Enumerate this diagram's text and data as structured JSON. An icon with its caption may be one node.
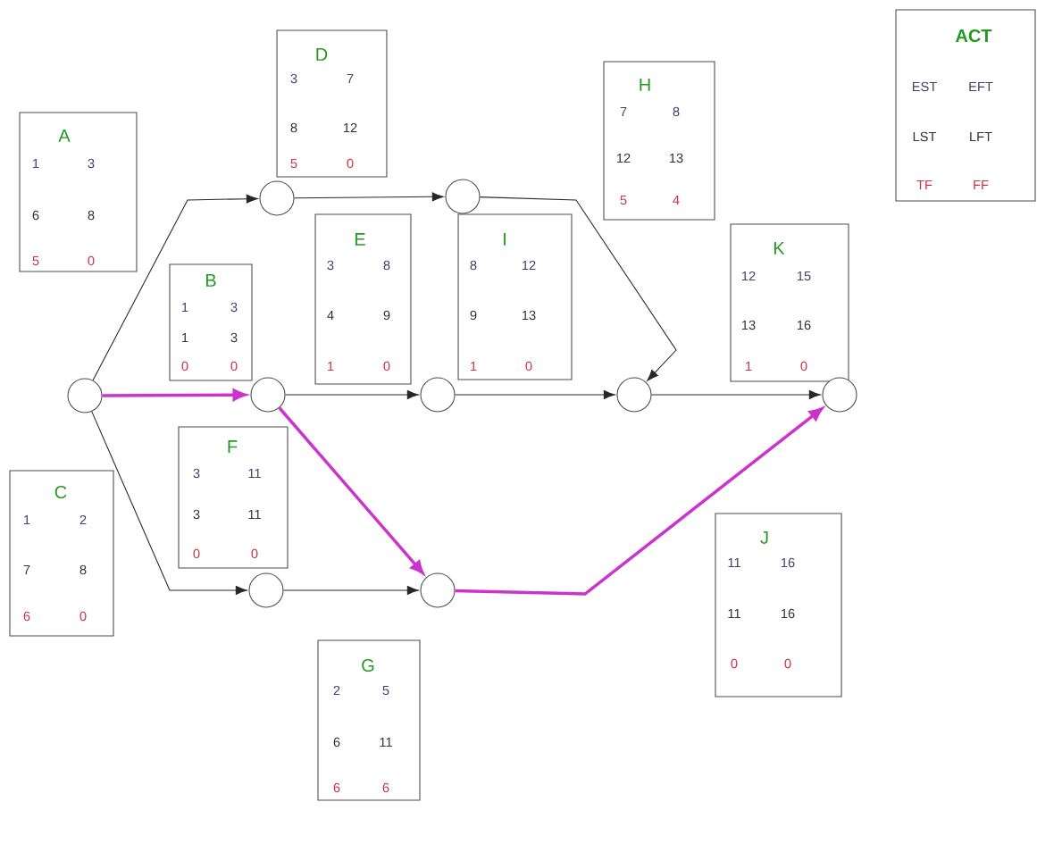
{
  "diagram": {
    "nodes": [
      {
        "text": [
          "A",
          "1",
          "3",
          "6",
          "8",
          "5",
          "0"
        ]
      },
      {
        "text": [
          "B",
          "1",
          "3",
          "1",
          "3",
          "0",
          "0"
        ]
      },
      {
        "text": [
          "C",
          "1",
          "2",
          "7",
          "8",
          "6",
          "0"
        ]
      },
      {
        "text": [
          "D",
          "3",
          "7",
          "8",
          "12",
          "5",
          "0"
        ]
      },
      {
        "text": [
          "E",
          "3",
          "8",
          "4",
          "9",
          "1",
          "0"
        ]
      },
      {
        "text": [
          "F",
          "3",
          "11",
          "3",
          "11",
          "0",
          "0"
        ]
      },
      {
        "text": [
          "G",
          "2",
          "5",
          "6",
          "11",
          "6",
          "6"
        ]
      },
      {
        "text": [
          "H",
          "7",
          "8",
          "12",
          "13",
          "5",
          "4"
        ]
      },
      {
        "text": [
          "I",
          "8",
          "12",
          "9",
          "13",
          "1",
          "0"
        ]
      },
      {
        "text": [
          "J",
          "11",
          "16",
          "11",
          "16",
          "0",
          "0"
        ]
      },
      {
        "text": [
          "K",
          "12",
          "15",
          "13",
          "16",
          "1",
          "0"
        ]
      },
      {
        "text": [
          "ACT",
          "EST",
          "EFT",
          "LST",
          "LFT",
          "TF",
          "FF"
        ]
      },
      {
        "text": [],
        "shape": "circle"
      },
      {
        "text": [],
        "shape": "circle"
      },
      {
        "text": [],
        "shape": "circle"
      },
      {
        "text": [],
        "shape": "circle"
      },
      {
        "text": [],
        "shape": "circle"
      },
      {
        "text": [],
        "shape": "circle"
      },
      {
        "text": [],
        "shape": "circle"
      },
      {
        "text": [],
        "shape": "circle"
      },
      {
        "text": [],
        "shape": "circle"
      }
    ],
    "edges": [
      {
        "from": 12,
        "to": 13,
        "arrow": "to"
      },
      {
        "from": 13,
        "to": 14,
        "arrow": "to"
      },
      {
        "from": 14,
        "to": 18,
        "arrow": "to"
      },
      {
        "from": 12,
        "to": 15,
        "arrow": "to",
        "style": "thick",
        "color": "#cc33cc"
      },
      {
        "from": 15,
        "to": 17,
        "arrow": "to"
      },
      {
        "from": 17,
        "to": 18,
        "arrow": "to"
      },
      {
        "from": 18,
        "to": 20,
        "arrow": "to"
      },
      {
        "from": 15,
        "to": 19,
        "arrow": "to",
        "style": "thick",
        "color": "#cc33cc"
      },
      {
        "from": 12,
        "to": 16,
        "arrow": "to"
      },
      {
        "from": 16,
        "to": 19,
        "arrow": "to"
      },
      {
        "from": 19,
        "to": 20,
        "arrow": "to",
        "style": "thick",
        "color": "#cc33cc"
      }
    ]
  }
}
